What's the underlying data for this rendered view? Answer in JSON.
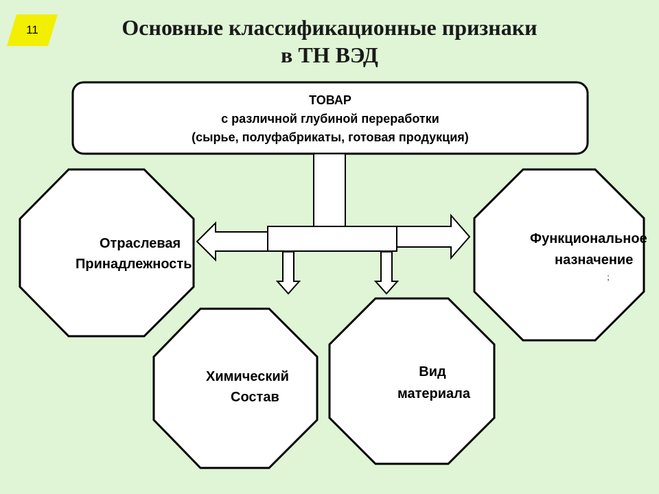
{
  "slide": {
    "number": "11",
    "badge_color": "#f2ef00"
  },
  "title": {
    "line1": "Основные классификационные признаки",
    "line2": "в ТН ВЭД"
  },
  "top_box": {
    "line1": "ТОВАР",
    "line2": "с различной глубиной переработки",
    "line3": "(сырье, полуфабрикаты, готовая продукция)"
  },
  "nodes": {
    "industry": {
      "line1": "Отраслевая",
      "line2": "Принадлежность"
    },
    "function": {
      "line1": "Функциональное",
      "line2": "назначение",
      "mark": ";"
    },
    "chemical": {
      "line1": "Химический",
      "line2": "Состав"
    },
    "material": {
      "line1": "Вид",
      "line2": "материала"
    }
  },
  "colors": {
    "background": "#dff5d6",
    "shape_fill": "#ffffff",
    "stroke": "#000000"
  }
}
